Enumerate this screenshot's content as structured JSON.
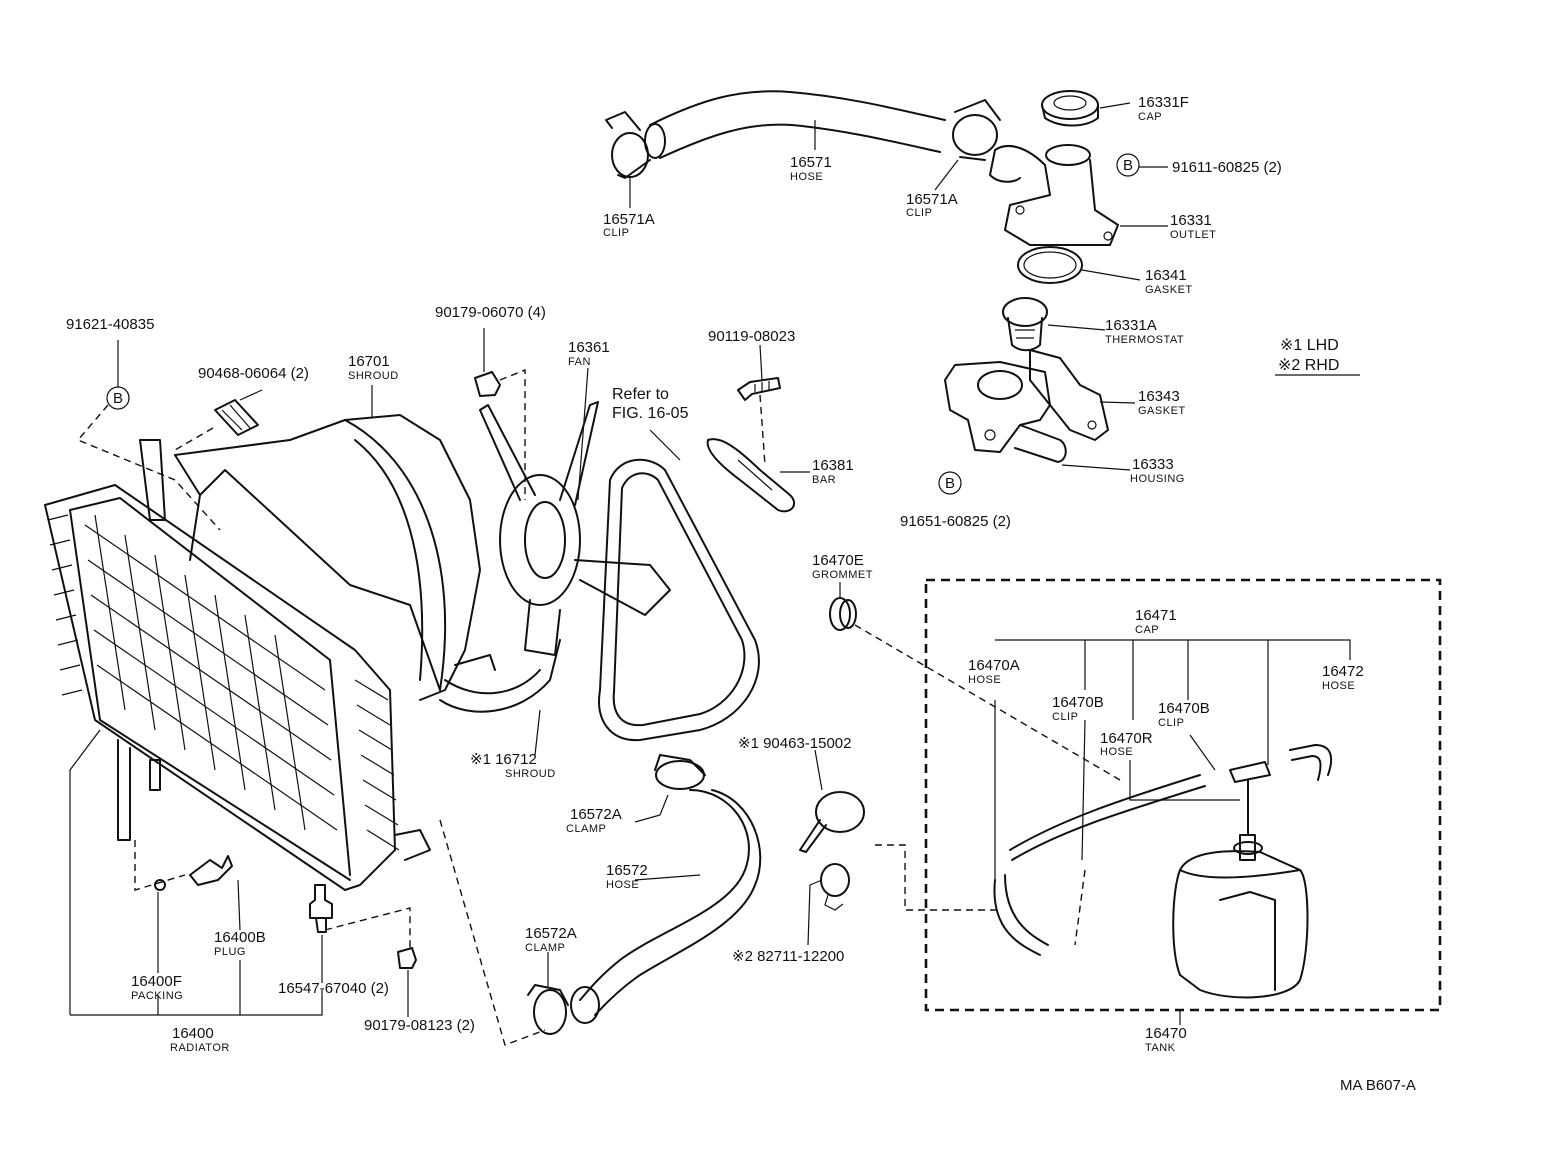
{
  "legend": {
    "lhd": "※1 LHD",
    "rhd": "※2 RHD"
  },
  "drawing_code": "MA B607-A",
  "refer": {
    "line1": "Refer to",
    "line2": "FIG. 16-05"
  },
  "bolt_marker": "B",
  "labels": {
    "cap_16331f": {
      "num": "16331F",
      "sub": "CAP"
    },
    "bolt_91611": {
      "num": "91611-60825 (2)"
    },
    "outlet_16331": {
      "num": "16331",
      "sub": "OUTLET"
    },
    "gasket_16341": {
      "num": "16341",
      "sub": "GASKET"
    },
    "thermostat_16331a": {
      "num": "16331A",
      "sub": "THERMOSTAT"
    },
    "gasket_16343": {
      "num": "16343",
      "sub": "GASKET"
    },
    "housing_16333": {
      "num": "16333",
      "sub": "HOUSING"
    },
    "bolt_91651": {
      "num": "91651-60825 (2)"
    },
    "hose_16571": {
      "num": "16571",
      "sub": "HOSE"
    },
    "clip_16571a_left": {
      "num": "16571A",
      "sub": "CLIP"
    },
    "clip_16571a_right": {
      "num": "16571A",
      "sub": "CLIP"
    },
    "bolt_91621": {
      "num": "91621-40835"
    },
    "bolt_90468": {
      "num": "90468-06064 (2)"
    },
    "shroud_16701": {
      "num": "16701",
      "sub": "SHROUD"
    },
    "nut_90179_06070": {
      "num": "90179-06070 (4)"
    },
    "fan_16361": {
      "num": "16361",
      "sub": "FAN"
    },
    "bolt_90119": {
      "num": "90119-08023"
    },
    "bar_16381": {
      "num": "16381",
      "sub": "BAR"
    },
    "grommet_16470e": {
      "num": "16470E",
      "sub": "GROMMET"
    },
    "cap_16471": {
      "num": "16471",
      "sub": "CAP"
    },
    "hose_16470a": {
      "num": "16470A",
      "sub": "HOSE"
    },
    "clip_16470b_a": {
      "num": "16470B",
      "sub": "CLIP"
    },
    "clip_16470b_b": {
      "num": "16470B",
      "sub": "CLIP"
    },
    "hose_16470r": {
      "num": "16470R",
      "sub": "HOSE"
    },
    "hose_16472": {
      "num": "16472",
      "sub": "HOSE"
    },
    "shroud_16712": {
      "num": "※1  16712",
      "sub": "SHROUD"
    },
    "clamp_90463": {
      "num": "※1  90463-15002"
    },
    "clamp_16572a_top": {
      "num": "16572A",
      "sub": "CLAMP"
    },
    "hose_16572": {
      "num": "16572",
      "sub": "HOSE"
    },
    "clamp_16572a_bottom": {
      "num": "16572A",
      "sub": "CLAMP"
    },
    "clamp_82711": {
      "num": "※2 82711-12200"
    },
    "plug_16400b": {
      "num": "16400B",
      "sub": "PLUG"
    },
    "packing_16400f": {
      "num": "16400F",
      "sub": "PACKING"
    },
    "radiator_16400": {
      "num": "16400",
      "sub": "RADIATOR"
    },
    "cock_16547": {
      "num": "16547-67040  (2)"
    },
    "nut_90179_08123": {
      "num": "90179-08123 (2)"
    },
    "tank_16470": {
      "num": "16470",
      "sub": "TANK"
    }
  }
}
